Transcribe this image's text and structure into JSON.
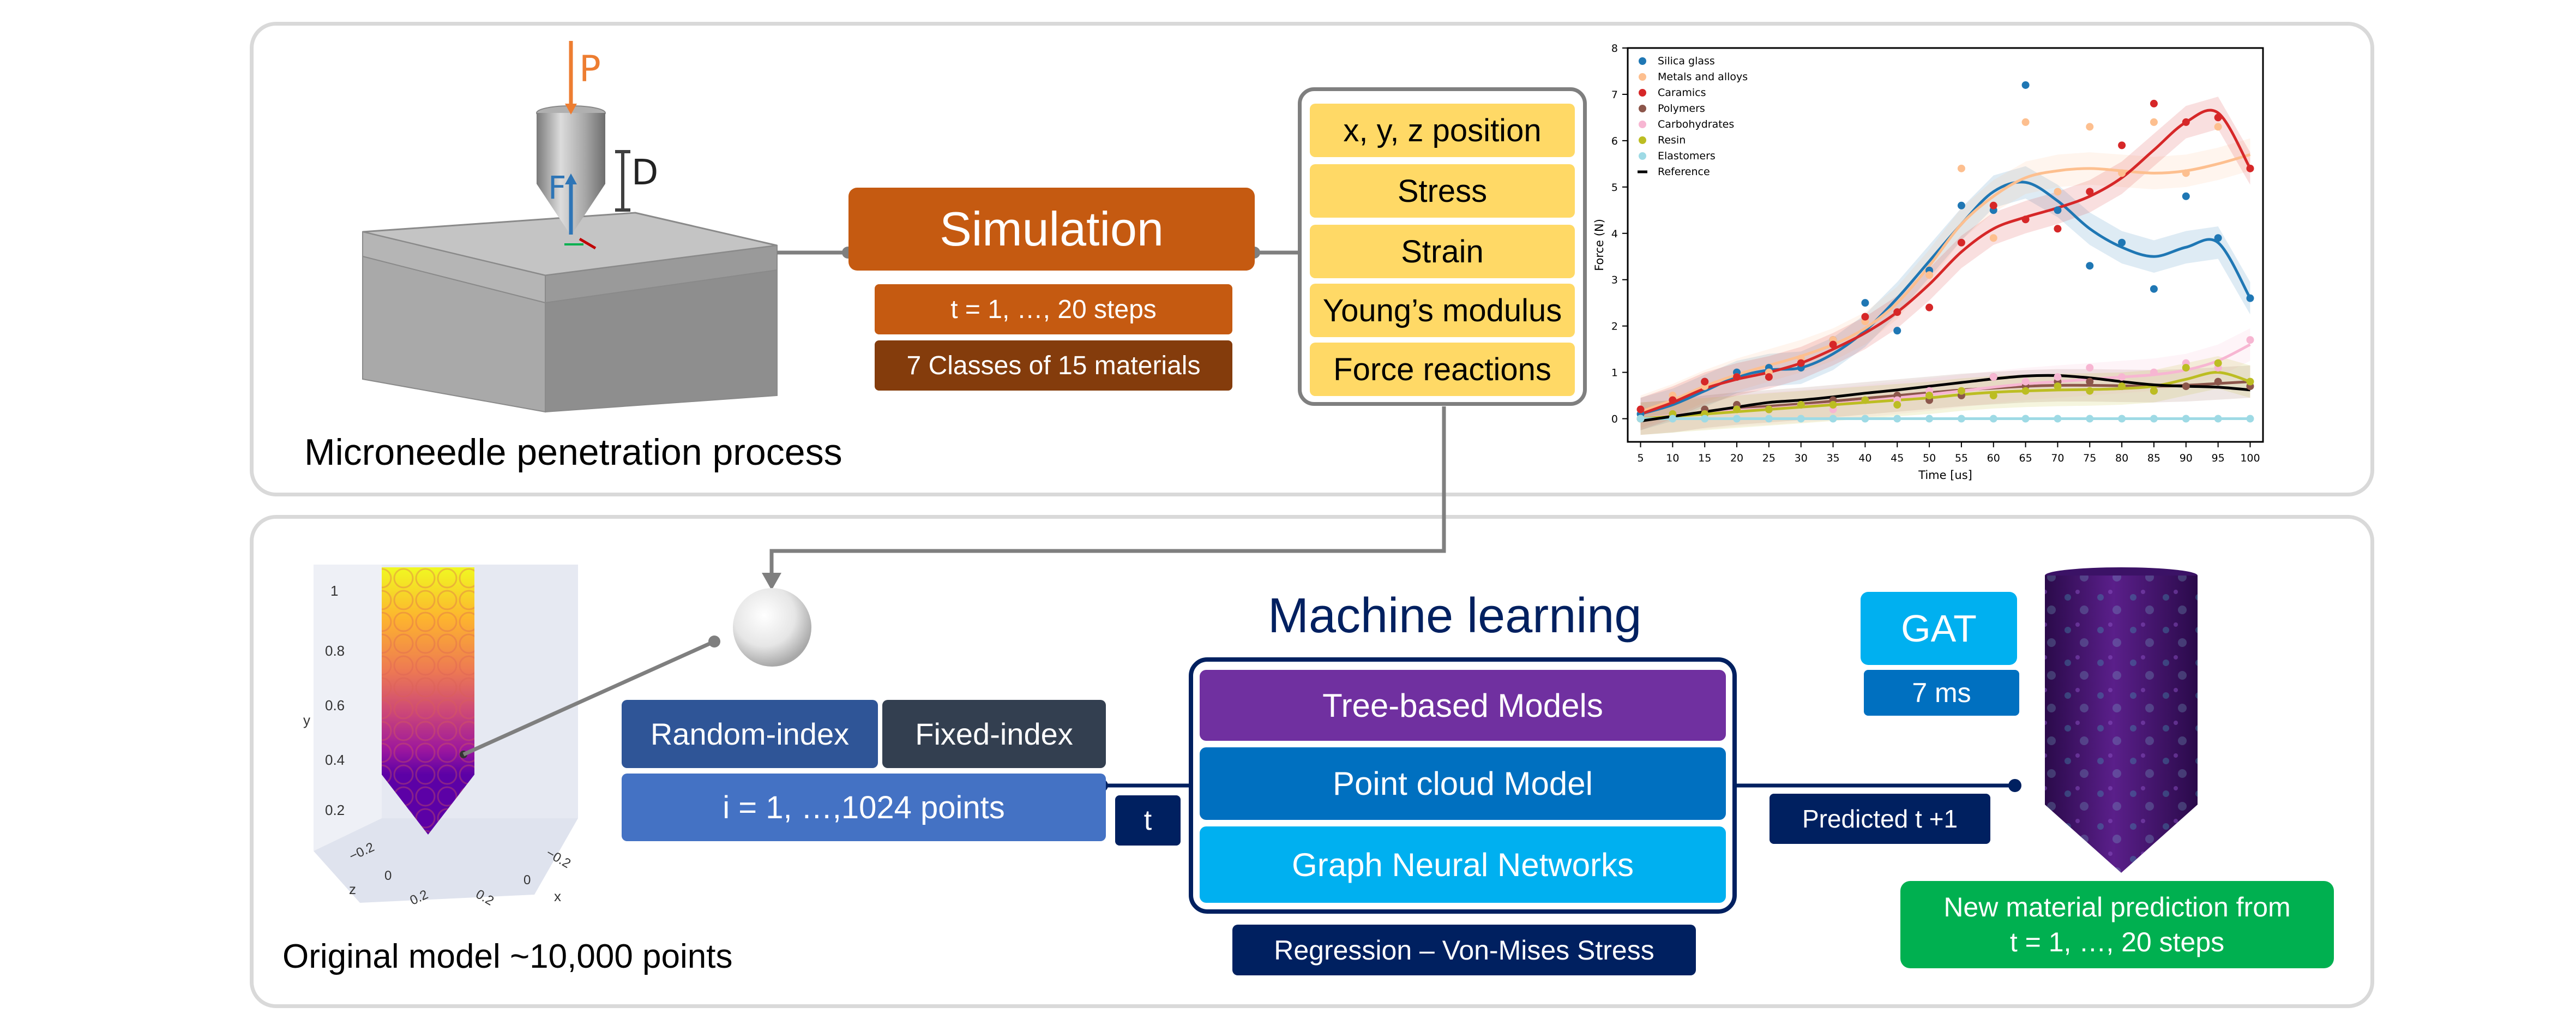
{
  "top_panel": {
    "caption": "Microneedle penetration process",
    "labels": {
      "p": "P",
      "f": "F",
      "d": "D"
    },
    "simulation": {
      "title": "Simulation",
      "steps": "t = 1, …, 20 steps",
      "classes": "7 Classes of 15 materials"
    },
    "outputs": [
      "x, y, z position",
      "Stress",
      "Strain",
      "Young’s modulus",
      "Force reactions"
    ]
  },
  "bottom_panel": {
    "caption": "Original model ~10,000 points",
    "random_index": "Random-index",
    "fixed_index": "Fixed-index",
    "points": "i = 1, …,1024 points",
    "t_label": "t",
    "ml_title": "Machine learning",
    "ml_models": [
      "Tree-based Models",
      "Point cloud Model",
      "Graph Neural Networks"
    ],
    "regression": "Regression – Von-Mises Stress",
    "predicted": "Predicted t +1",
    "gat": "GAT",
    "gat_time": "7 ms",
    "new_prediction_line1": "New material prediction from",
    "new_prediction_line2": "t = 1, …, 20 steps",
    "plot3d": {
      "y_label": "y",
      "z_label": "z",
      "x_label": "x",
      "y_ticks": [
        "1",
        "0.8",
        "0.6",
        "0.4",
        "0.2"
      ],
      "z_ticks": [
        "−0.2",
        "0",
        "0.2"
      ],
      "x_ticks": [
        "−0.2",
        "0",
        "0.2"
      ]
    }
  },
  "colors": {
    "simulation": "#c55a11",
    "simulation_dark": "#843c0c",
    "outputs": "#ffd966",
    "index_blue": "#2f5597",
    "index_dark": "#333f50",
    "points_blue": "#4472c4",
    "navy": "#002060",
    "tree": "#7030a0",
    "point_cloud": "#0070c0",
    "gnn": "#00b0f0",
    "gat": "#00b0f0",
    "gat_time": "#0070c0",
    "new_prediction": "#00b050"
  },
  "chart_data": {
    "type": "scatter",
    "title": "",
    "xlabel": "Time [us]",
    "ylabel": "Force (N)",
    "x": [
      5,
      10,
      15,
      20,
      25,
      30,
      35,
      40,
      45,
      50,
      55,
      60,
      65,
      70,
      75,
      80,
      85,
      90,
      95,
      100
    ],
    "xlim": [
      3,
      102
    ],
    "ylim": [
      -0.5,
      8
    ],
    "y_ticks": [
      0,
      1,
      2,
      3,
      4,
      5,
      6,
      7,
      8
    ],
    "legend_position": "top-left",
    "series": [
      {
        "name": "Silica glass",
        "color": "#1f77b4",
        "points": [
          0.1,
          0.4,
          0.8,
          1.0,
          1.1,
          1.1,
          1.7,
          2.5,
          1.9,
          3.2,
          4.6,
          4.5,
          7.2,
          4.5,
          3.3,
          3.8,
          2.8,
          4.8,
          3.9,
          2.6
        ],
        "curve": [
          0.1,
          0.3,
          0.6,
          0.9,
          1.05,
          1.1,
          1.4,
          1.9,
          2.6,
          3.4,
          4.2,
          4.9,
          5.1,
          4.7,
          4.1,
          3.7,
          3.5,
          3.7,
          3.8,
          2.6
        ]
      },
      {
        "name": "Metals and alloys",
        "color": "#fdbf8f",
        "points": [
          0.2,
          0.5,
          0.7,
          0.9,
          1.0,
          1.3,
          1.7,
          2.1,
          2.3,
          3.1,
          5.4,
          3.9,
          6.4,
          4.9,
          6.3,
          5.3,
          6.4,
          5.3,
          6.3,
          5.4
        ],
        "curve": [
          0.15,
          0.4,
          0.7,
          0.95,
          1.15,
          1.35,
          1.6,
          1.95,
          2.5,
          3.3,
          4.2,
          4.8,
          5.2,
          5.35,
          5.4,
          5.35,
          5.3,
          5.35,
          5.5,
          5.7
        ]
      },
      {
        "name": "Caramics",
        "color": "#d62728",
        "points": [
          0.2,
          0.4,
          0.8,
          0.9,
          0.9,
          1.2,
          1.6,
          2.2,
          2.3,
          2.4,
          3.8,
          4.6,
          4.3,
          4.1,
          4.9,
          5.9,
          6.8,
          6.4,
          6.5,
          5.4
        ],
        "curve": [
          0.1,
          0.35,
          0.65,
          0.85,
          1.0,
          1.2,
          1.5,
          1.85,
          2.3,
          2.9,
          3.6,
          4.1,
          4.35,
          4.55,
          4.8,
          5.2,
          5.8,
          6.4,
          6.6,
          5.4
        ]
      },
      {
        "name": "Polymers",
        "color": "#8c564b",
        "points": [
          0.0,
          0.1,
          0.2,
          0.3,
          0.2,
          0.3,
          0.4,
          0.4,
          0.5,
          0.4,
          0.5,
          0.9,
          0.7,
          0.8,
          0.8,
          0.7,
          0.6,
          0.7,
          0.8,
          0.7
        ],
        "curve": [
          0.0,
          0.05,
          0.15,
          0.22,
          0.27,
          0.32,
          0.38,
          0.44,
          0.5,
          0.56,
          0.62,
          0.66,
          0.7,
          0.72,
          0.72,
          0.71,
          0.7,
          0.72,
          0.76,
          0.8
        ]
      },
      {
        "name": "Carbohydrates",
        "color": "#f7b6d2",
        "points": [
          0.0,
          0.1,
          0.1,
          0.2,
          0.2,
          0.3,
          0.2,
          0.4,
          0.4,
          0.6,
          0.6,
          0.9,
          0.8,
          0.9,
          1.1,
          0.9,
          1.0,
          1.2,
          1.1,
          1.7
        ],
        "curve": [
          0.0,
          0.07,
          0.12,
          0.18,
          0.22,
          0.27,
          0.32,
          0.38,
          0.45,
          0.52,
          0.6,
          0.68,
          0.75,
          0.8,
          0.85,
          0.9,
          0.95,
          1.05,
          1.25,
          1.6
        ]
      },
      {
        "name": "Resin",
        "color": "#bcbd22",
        "points": [
          0.0,
          0.1,
          0.1,
          0.2,
          0.2,
          0.3,
          0.3,
          0.4,
          0.3,
          0.5,
          0.6,
          0.5,
          0.6,
          0.7,
          0.6,
          0.7,
          0.6,
          1.1,
          1.2,
          0.8
        ],
        "curve": [
          0.0,
          0.05,
          0.1,
          0.15,
          0.2,
          0.25,
          0.3,
          0.35,
          0.4,
          0.45,
          0.52,
          0.57,
          0.6,
          0.62,
          0.63,
          0.65,
          0.7,
          0.85,
          1.0,
          0.8
        ]
      },
      {
        "name": "Elastomers",
        "color": "#9edae5",
        "points": [
          0.0,
          0.0,
          0.0,
          0.0,
          0.0,
          0.0,
          0.0,
          0.0,
          0.0,
          0.0,
          0.0,
          0.0,
          0.0,
          0.0,
          0.0,
          0.0,
          0.0,
          0.0,
          0.0,
          0.0
        ],
        "curve": [
          0.0,
          0.0,
          0.0,
          0.0,
          0.0,
          0.0,
          0.0,
          0.0,
          0.0,
          0.0,
          0.0,
          0.0,
          0.0,
          0.0,
          0.0,
          0.0,
          0.0,
          0.0,
          0.0,
          0.0
        ]
      },
      {
        "name": "Reference",
        "color": "#000000",
        "points": [],
        "curve": [
          -0.05,
          0.05,
          0.15,
          0.25,
          0.35,
          0.4,
          0.47,
          0.55,
          0.62,
          0.7,
          0.78,
          0.86,
          0.92,
          0.93,
          0.88,
          0.8,
          0.73,
          0.7,
          0.68,
          0.62
        ]
      }
    ]
  }
}
